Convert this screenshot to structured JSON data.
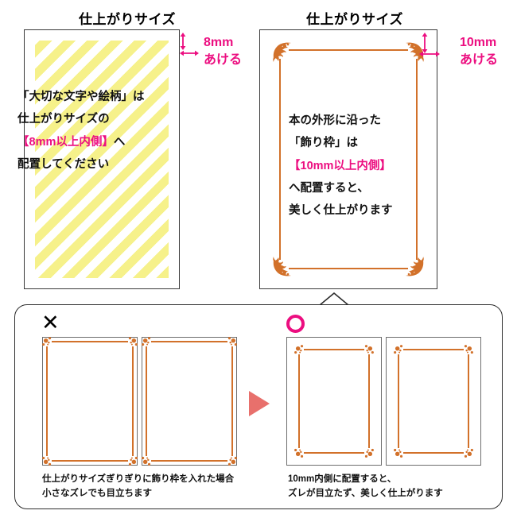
{
  "panels": {
    "left": {
      "title": "仕上がりサイズ",
      "callout": {
        "line1": "8mm",
        "line2": "あける"
      },
      "body": {
        "line1": "「大切な文字や絵柄」は",
        "line2": "仕上がりサイズの",
        "line3_hl": "【8mm以上内側】",
        "line3_rest": "へ",
        "line4": "配置してください"
      }
    },
    "right": {
      "title": "仕上がりサイズ",
      "callout": {
        "line1": "10mm",
        "line2": "あける"
      },
      "body": {
        "line1": "本の外形に沿った",
        "line2": "「飾り枠」は",
        "line3_hl": "【10mm以上内側】",
        "line4": "へ配置すると、",
        "line5": "美しく仕上がります"
      }
    }
  },
  "comparison": {
    "bad": {
      "mark": "✕",
      "caption_line1": "仕上がりサイズぎりぎりに飾り枠を入れた場合",
      "caption_line2": "小さなズレでも目立ちます"
    },
    "good": {
      "mark": "○",
      "caption_line1": "10mm内側に配置すると、",
      "caption_line2": "ズレが目立たず、美しく仕上がります"
    },
    "arrow": "right-triangle-arrow"
  },
  "colors": {
    "highlight_pink": "#ec0e80",
    "stripe_yellow": "#f6f18a",
    "ornament_orange": "#d2712a",
    "arrow_salmon": "#e8706c",
    "page_border": "#3a3a3a"
  }
}
